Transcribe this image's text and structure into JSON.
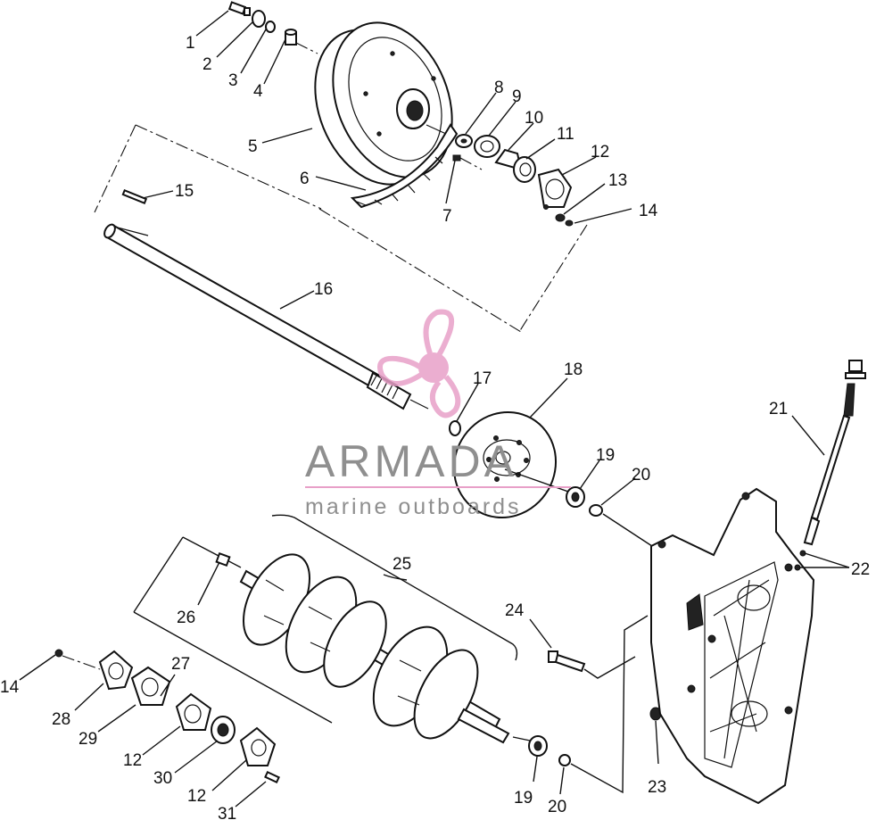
{
  "watermark": {
    "title": "ARMADA",
    "subtitle": "marine outboards",
    "accent_color": "#e8a0c8",
    "text_color": "#8f8f8f"
  },
  "callouts": {
    "c1": "1",
    "c2": "2",
    "c3": "3",
    "c4": "4",
    "c5": "5",
    "c6": "6",
    "c7": "7",
    "c8": "8",
    "c9": "9",
    "c10": "10",
    "c11": "11",
    "c12": "12",
    "c13": "13",
    "c14": "14",
    "c15": "15",
    "c16": "16",
    "c17": "17",
    "c18": "18",
    "c19": "19",
    "c20": "20",
    "c21": "21",
    "c22": "22",
    "c23": "23",
    "c24": "24",
    "c25": "25",
    "c26": "26",
    "c27": "27",
    "c28": "28",
    "c29": "29",
    "c30": "30",
    "c31": "31",
    "c12b": "12",
    "c12c": "12",
    "c14b": "14",
    "c19b": "19",
    "c20b": "20"
  }
}
